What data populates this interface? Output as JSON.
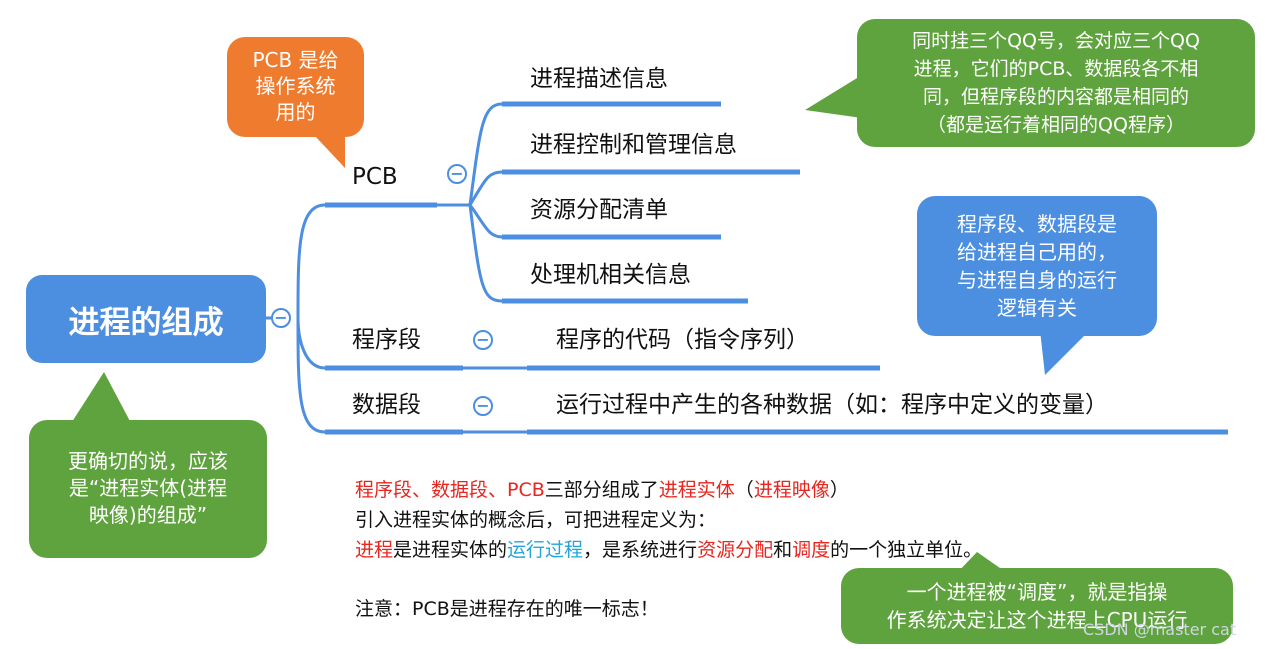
{
  "root": {
    "label": "进程的组成"
  },
  "branches": {
    "pcb": {
      "label": "PCB",
      "children": [
        "进程描述信息",
        "进程控制和管理信息",
        "资源分配清单",
        "处理机相关信息"
      ]
    },
    "program": {
      "label": "程序段",
      "child": "程序的代码（指令序列）"
    },
    "data": {
      "label": "数据段",
      "child": "运行过程中产生的各种数据（如：程序中定义的变量）"
    }
  },
  "collapse_symbol": "−",
  "callouts": {
    "orange": {
      "lines": [
        "PCB 是给",
        "操作系统",
        "用的"
      ],
      "color": "#ef7b2e"
    },
    "green_top": {
      "lines": [
        "同时挂三个QQ号，会对应三个QQ",
        "进程，它们的PCB、数据段各不相",
        "同，但程序段的内容都是相同的",
        "（都是运行着相同的QQ程序）"
      ],
      "color": "#5fa33e"
    },
    "blue": {
      "lines": [
        "程序段、数据段是",
        "给进程自己用的，",
        "与进程自身的运行",
        "逻辑有关"
      ],
      "color": "#4c8ee0"
    },
    "green_left": {
      "lines": [
        "更确切的说，应该",
        "是“进程实体(进程",
        "映像)的组成”"
      ],
      "color": "#5fa33e"
    },
    "green_bottom": {
      "lines": [
        "一个进程被“调度”，就是指操",
        "作系统决定让这个进程上CPU运行"
      ],
      "color": "#5fa33e"
    }
  },
  "notes": {
    "line1": {
      "red1": "程序段、数据段、PCB",
      "mid": "三部分组成了",
      "red2": "进程实体",
      "paren_open": "（",
      "red3": "进程映像",
      "paren_close": "）"
    },
    "line2": "引入进程实体的概念后，可把进程定义为：",
    "line3": {
      "red1": "进程",
      "t1": "是进程实体的",
      "cyan1": "运行过程",
      "t2": "，是系统进行",
      "red2": "资源分配",
      "t3": "和",
      "red3": "调度",
      "t4": "的一个独立单位。"
    },
    "line4": "注意：PCB是进程存在的唯一标志！"
  },
  "watermark": "CSDN @master cat",
  "colors": {
    "branch_line": "#4c8ee0",
    "text_red": "#e8261f",
    "text_cyan": "#23a4dc"
  }
}
